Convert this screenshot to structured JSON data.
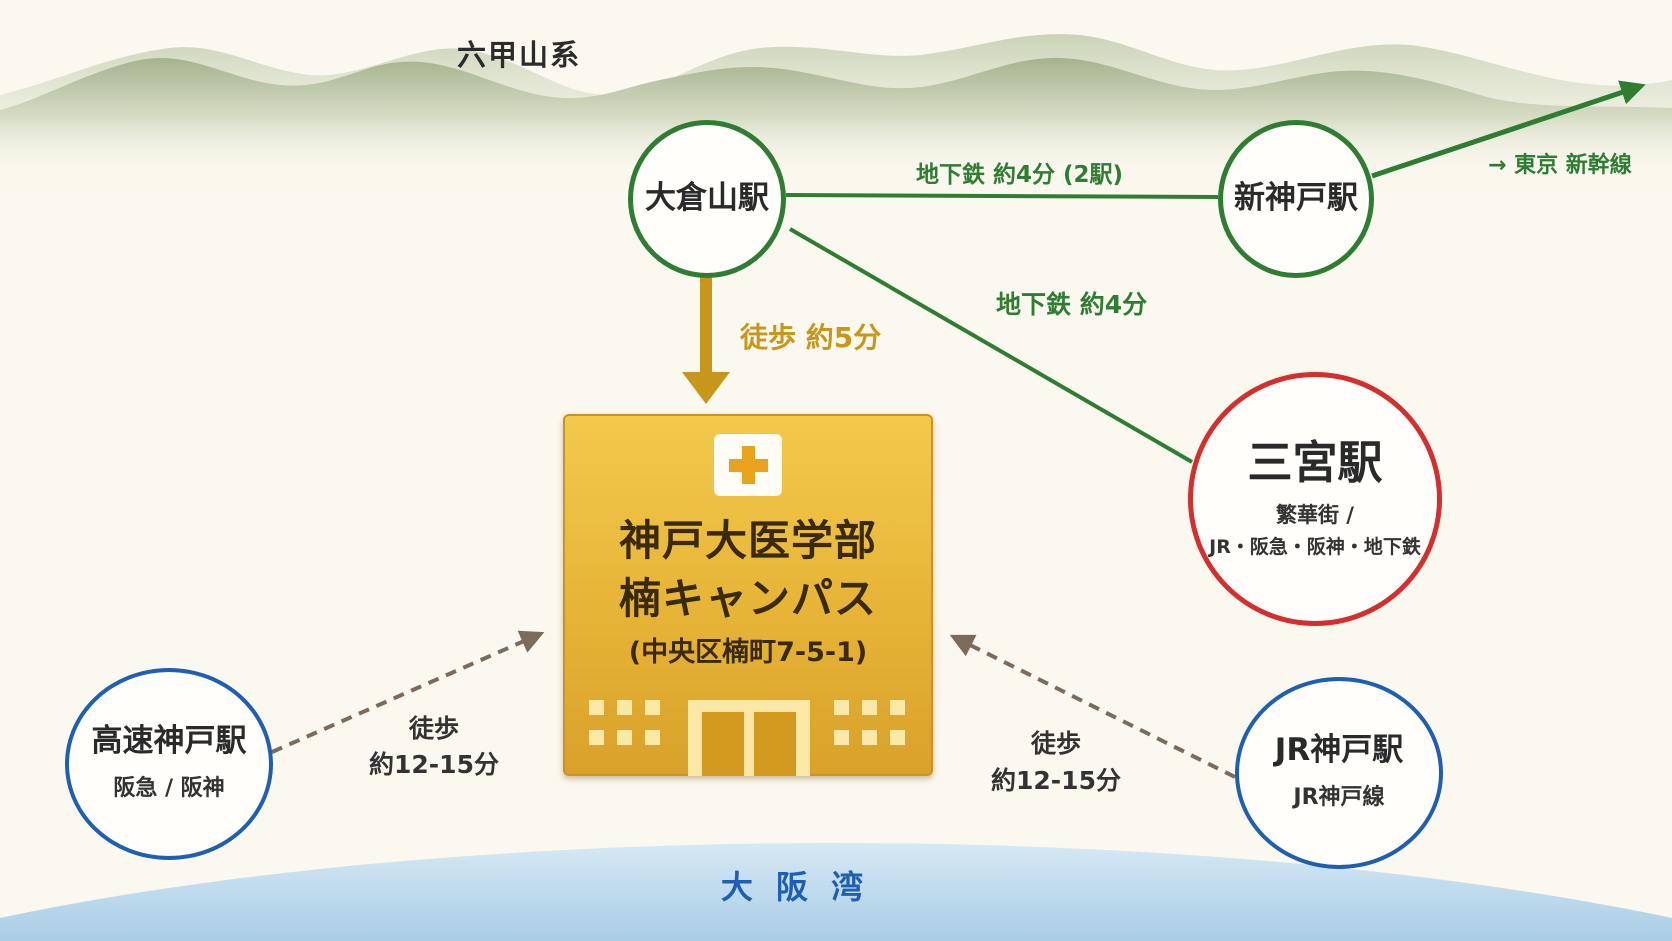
{
  "mountain_label": "六甲山系",
  "bay_label": "大 阪 湾",
  "stations": {
    "okurayama": {
      "name": "大倉山駅"
    },
    "shinkobe": {
      "name": "新神戸駅"
    },
    "sannomiya": {
      "name": "三宮駅",
      "sub1": "繁華街 /",
      "sub2": "JR・阪急・阪神・地下鉄"
    },
    "kosoku": {
      "name": "高速神戸駅",
      "sub": "阪急 / 阪神"
    },
    "jrkobe": {
      "name": "JR神戸駅",
      "sub": "JR神戸線"
    }
  },
  "campus": {
    "line1": "神戸大医学部",
    "line2": "楠キャンパス",
    "address": "(中央区楠町7-5-1)"
  },
  "routes": {
    "okura_shinkobe": "地下鉄 約4分 (2駅)",
    "okura_sannomiya": "地下鉄 約4分",
    "okura_campus": "徒歩 約5分",
    "shinkansen": "→ 東京 新幹線",
    "kosoku_walk_1": "徒歩",
    "kosoku_walk_2": "約12-15分",
    "jr_walk_1": "徒歩",
    "jr_walk_2": "約12-15分"
  },
  "colors": {
    "subway_green": "#2e7d32",
    "walk_gold": "#c8961a",
    "walk_dashed": "#7a6b5a",
    "sannomiya_red": "#d32f2f",
    "station_blue": "#1e5fb4",
    "bay_blue": "#1e5fb4"
  }
}
